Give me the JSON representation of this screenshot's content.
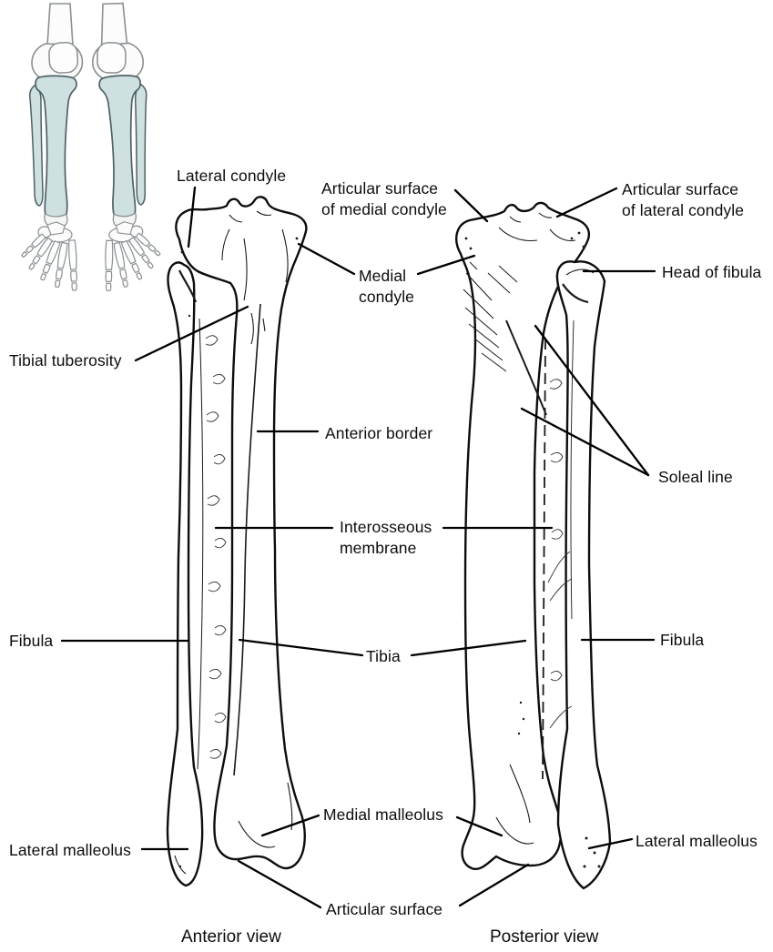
{
  "figure": {
    "subject": "Tibia and fibula bone diagram",
    "views": [
      {
        "id": "anterior",
        "caption": "Anterior view"
      },
      {
        "id": "posterior",
        "caption": "Posterior view"
      }
    ]
  },
  "labels": {
    "lateral_condyle": "Lateral condyle",
    "articular_surface_medial_1": "Articular surface",
    "articular_surface_medial_2": "of medial condyle",
    "articular_surface_lateral_1": "Articular surface",
    "articular_surface_lateral_2": "of lateral condyle",
    "medial_condyle_1": "Medial",
    "medial_condyle_2": "condyle",
    "head_of_fibula": "Head of fibula",
    "tibial_tuberosity": "Tibial tuberosity",
    "anterior_border": "Anterior border",
    "interosseous_membrane_1": "Interosseous",
    "interosseous_membrane_2": "membrane",
    "soleal_line": "Soleal line",
    "fibula_left": "Fibula",
    "tibia": "Tibia",
    "fibula_right": "Fibula",
    "medial_malleolus": "Medial malleolus",
    "lateral_malleolus_left": "Lateral malleolus",
    "articular_surface_distal": "Articular surface",
    "lateral_malleolus_right": "Lateral malleolus"
  },
  "captions": {
    "anterior_view": "Anterior view",
    "posterior_view": "Posterior view"
  },
  "colors": {
    "background": "#ffffff",
    "line_art": "#0d0d0d",
    "bone_fill": "#ffffff",
    "inset_highlight_fill": "#cfe0e1",
    "inset_highlight_outline": "#4e6166",
    "inset_neutral_fill": "#fcfcfc",
    "inset_neutral_outline": "#8a9093"
  }
}
